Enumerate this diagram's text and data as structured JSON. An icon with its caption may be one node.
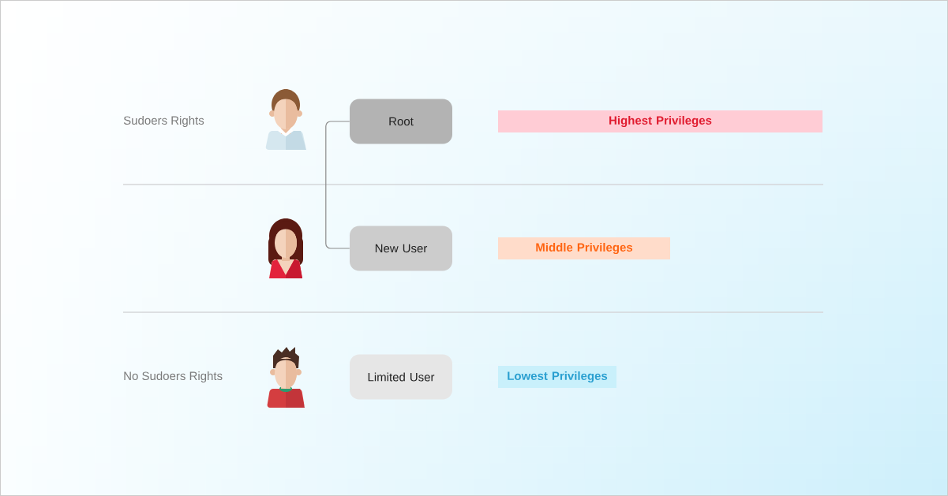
{
  "diagram": {
    "nodes": [
      {
        "text": [
          "Root"
        ]
      },
      {
        "text": [
          "Highest Privileges"
        ]
      },
      {
        "text": [
          "New User"
        ]
      },
      {
        "text": [
          "Middle Privileges"
        ]
      },
      {
        "text": [
          "Limited User"
        ]
      },
      {
        "text": [
          "Lowest Privileges"
        ]
      }
    ],
    "edges": [
      {
        "from": 0,
        "to": 2,
        "arrow": "none"
      }
    ],
    "labels": [
      "Sudoers Rights",
      "No Sudoers Rights"
    ]
  }
}
